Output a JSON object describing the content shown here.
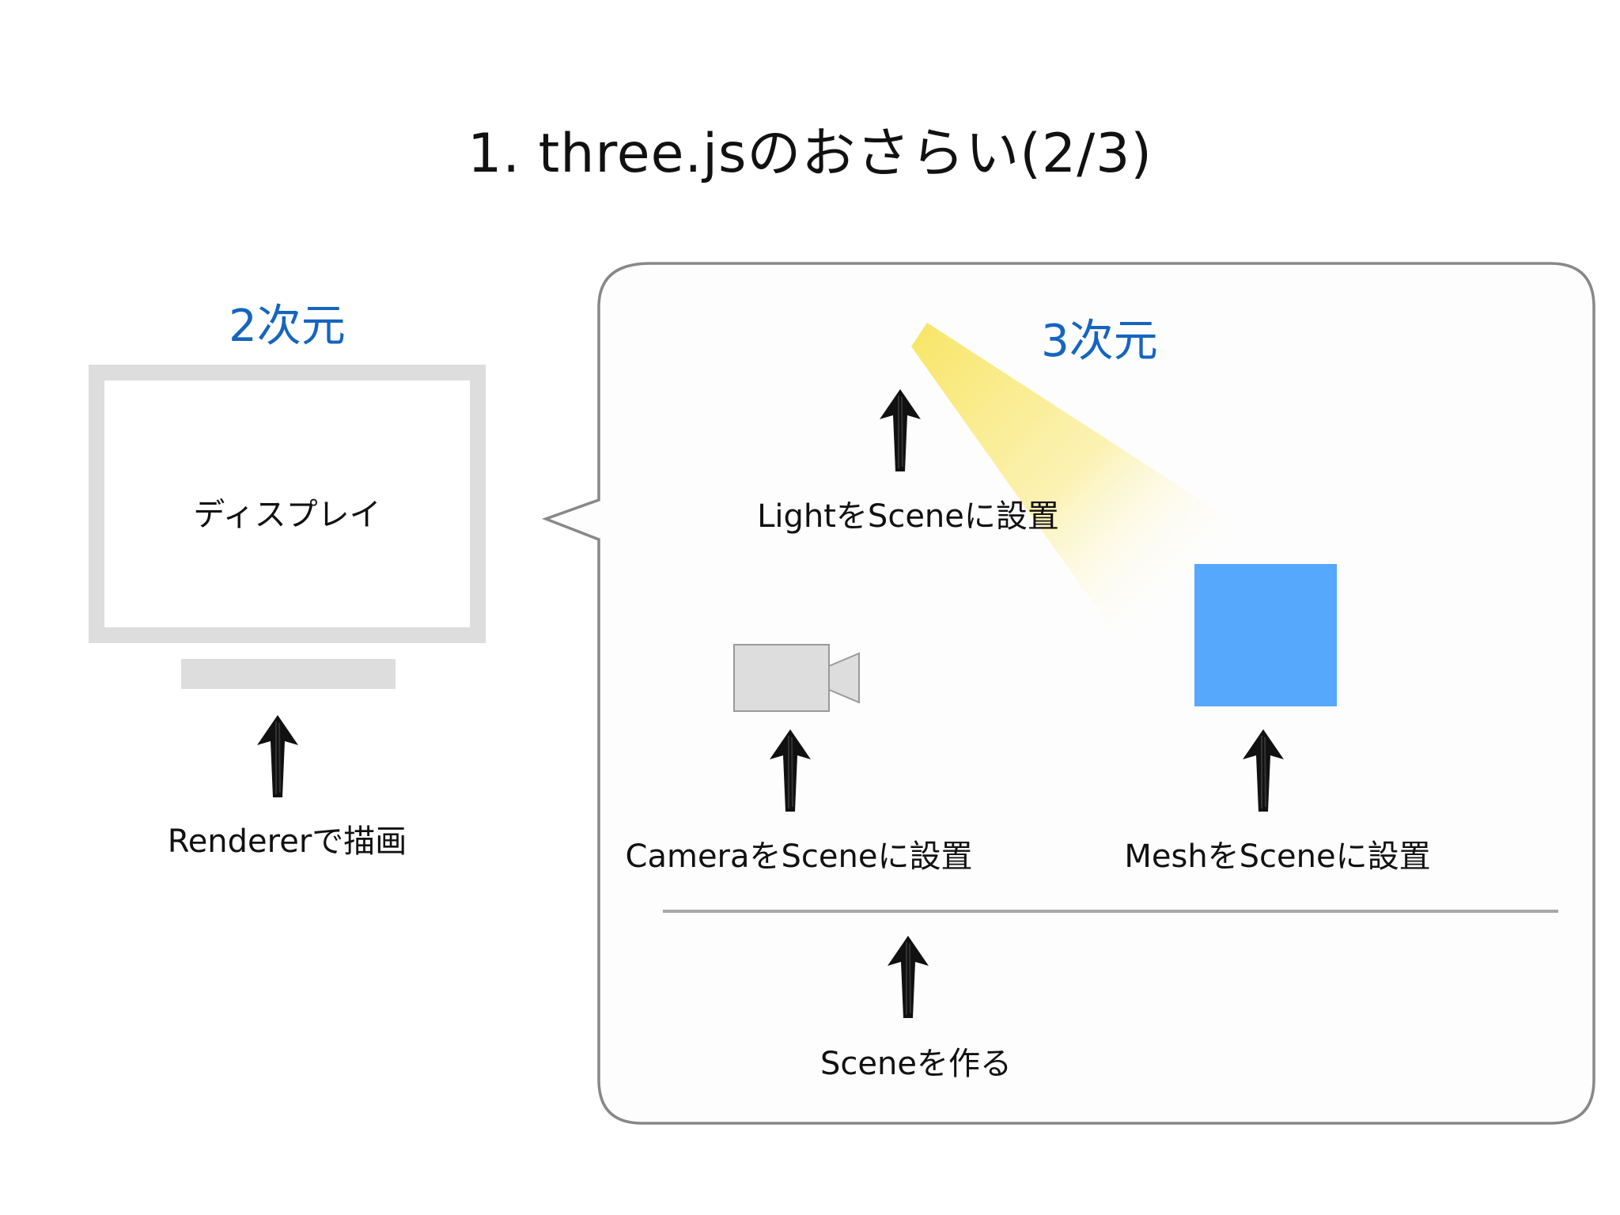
{
  "slide": {
    "title": "1. three.jsのおさらい(2/3)"
  },
  "colors": {
    "accent_blue": "#1565c0",
    "mesh_blue": "#56a8fc",
    "monitor_gray": "#dddddd",
    "bubble_stroke": "#888888",
    "divider": "#a8a8a8",
    "light_yellow": "#f8e66a"
  },
  "two_d": {
    "heading": "2次元",
    "display_label": "ディスプレイ",
    "renderer_label": "Rendererで描画"
  },
  "three_d": {
    "heading": "3次元",
    "light_label": "LightをSceneに設置",
    "camera_label": "CameraをSceneに設置",
    "mesh_label": "MeshをSceneに設置",
    "scene_label": "Sceneを作る"
  },
  "icons": {
    "monitor": "monitor-icon",
    "camera": "video-camera-icon",
    "light": "spotlight-beam",
    "mesh": "cube-square",
    "arrow": "up-arrow-icon"
  }
}
